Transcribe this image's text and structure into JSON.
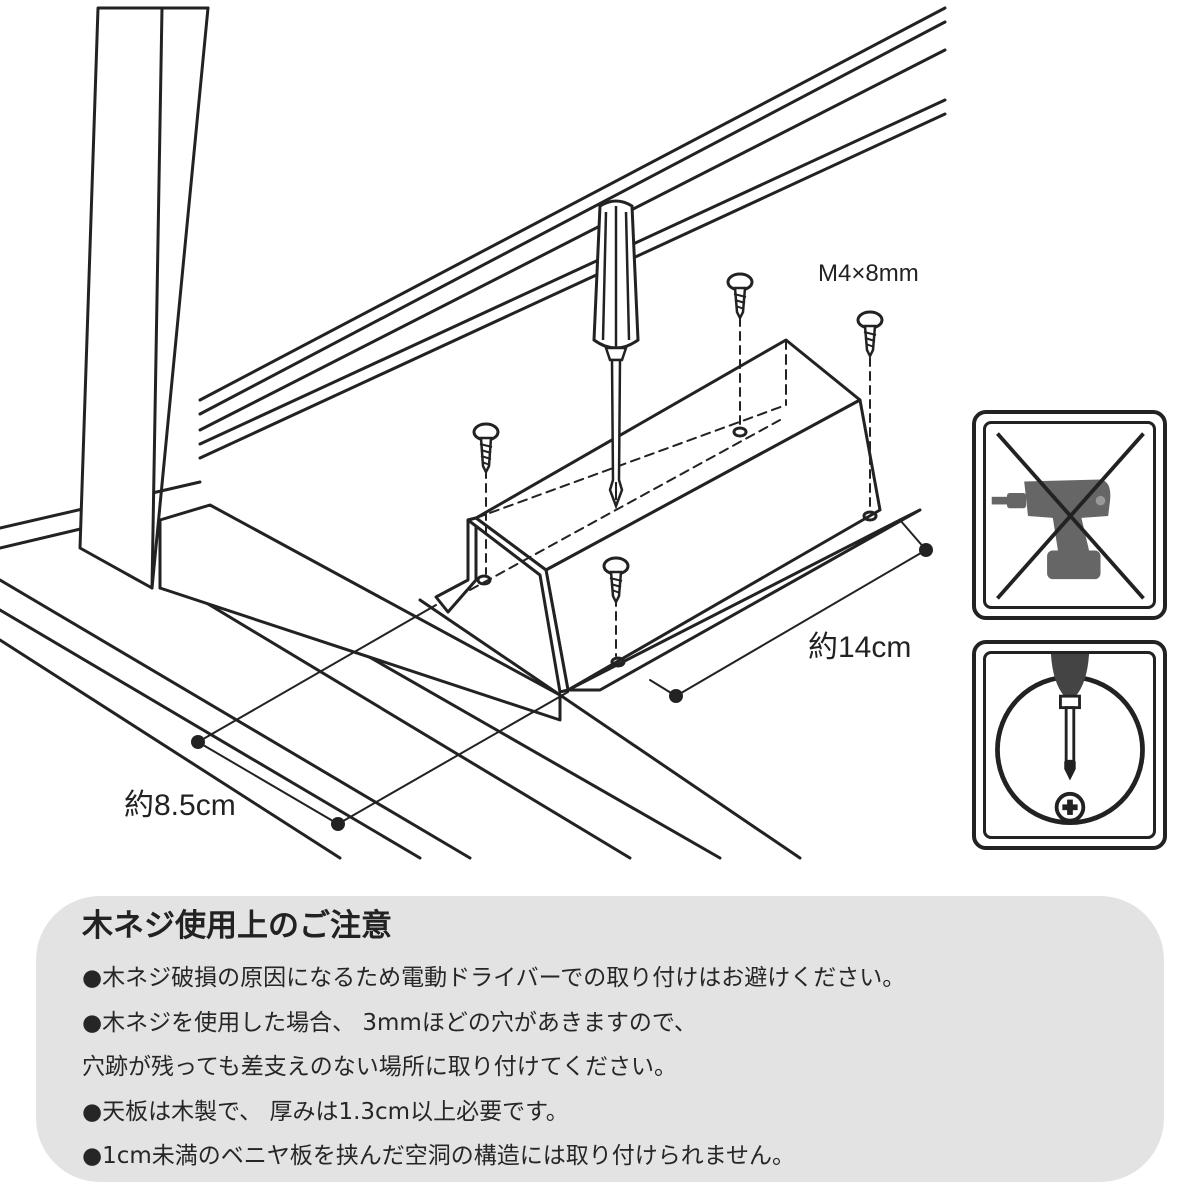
{
  "diagram": {
    "screw_label": "M4×8mm",
    "length_label": "約14cm",
    "depth_label": "約8.5cm"
  },
  "signs": [
    {
      "icon": "power-drill-prohibited-icon",
      "meaning": "no-electric-drill"
    },
    {
      "icon": "phillips-screwdriver-icon",
      "meaning": "use-hand-screwdriver"
    }
  ],
  "notice": {
    "title": "木ネジ使用上のご注意",
    "lines": [
      "●木ネジ破損の原因になるため電動ドライバーでの取り付けはお避けください。",
      "●木ネジを使用した場合、 3mmほどの穴があきますので、",
      "穴跡が残っても差支えのない場所に取り付けてください。",
      "●天板は木製で、 厚みは1.3cm以上必要です。",
      "●1cm未満のベニヤ板を挟んだ空洞の構造には取り付けられません。"
    ]
  },
  "colors": {
    "line": "#222222",
    "drill_gray": "#666666",
    "notice_background": "#e3e3e3"
  }
}
